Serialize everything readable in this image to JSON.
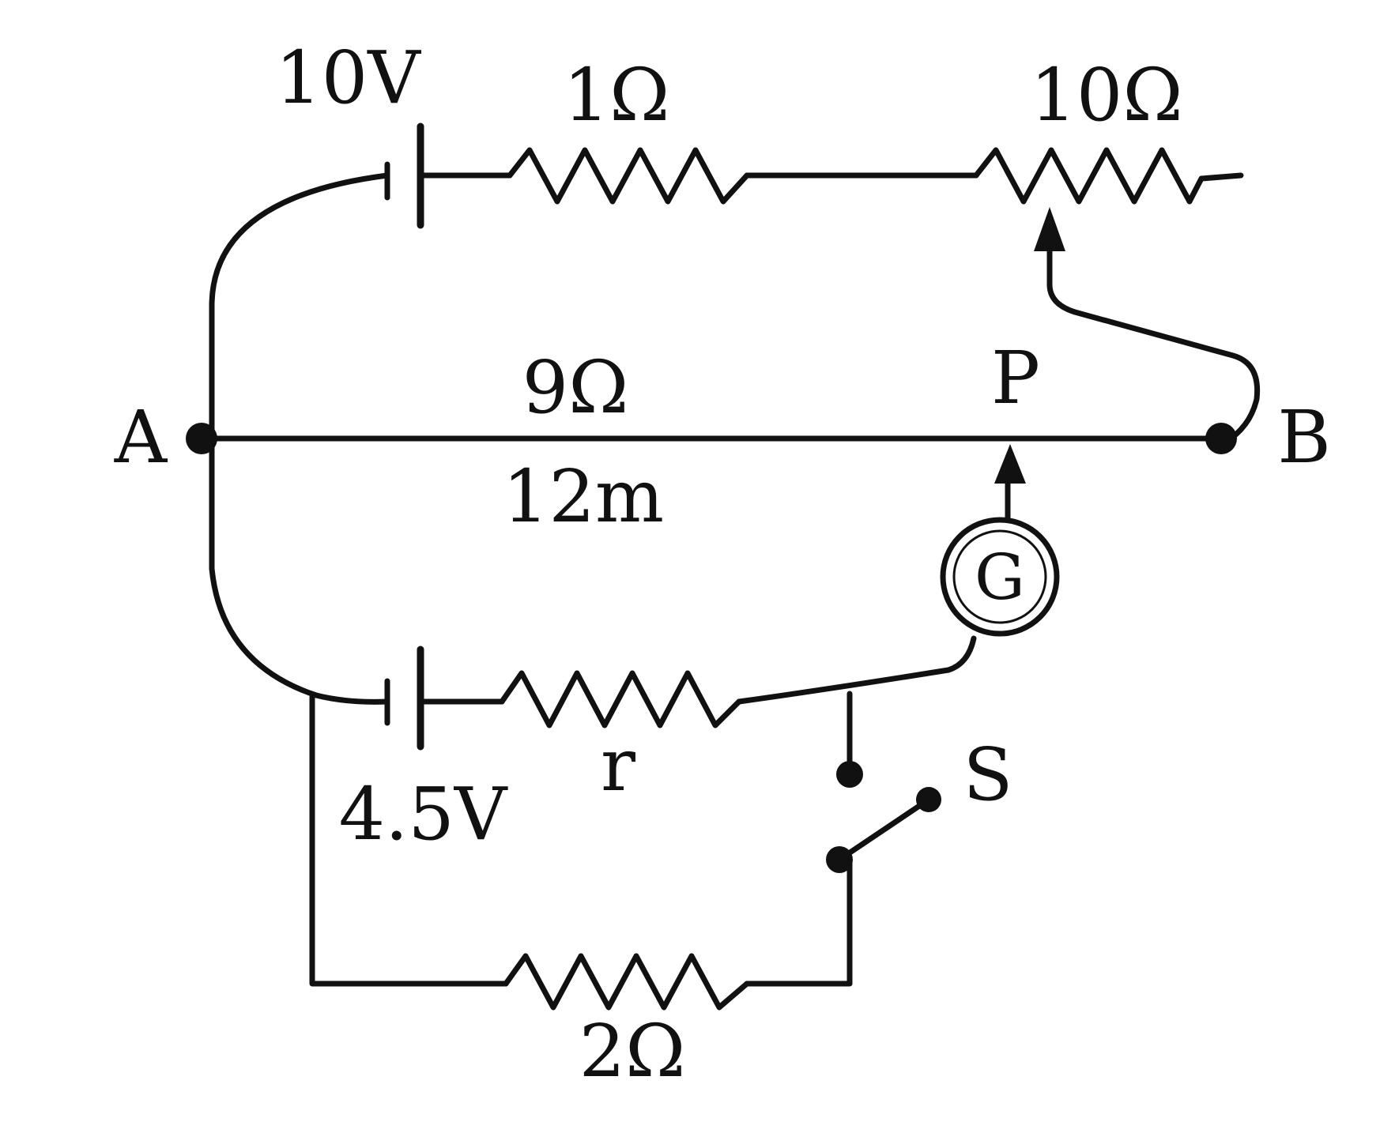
{
  "labels": {
    "emf_main": "10V",
    "r_series": "1Ω",
    "rheostat": "10Ω",
    "wire_resistance": "9Ω",
    "jockey": "P",
    "node_a": "A",
    "node_b": "B",
    "wire_length": "12m",
    "galvanometer": "G",
    "emf_secondary": "4.5V",
    "internal_resistance": "r",
    "switch": "S",
    "shunt": "2Ω"
  },
  "colors": {
    "ink": "#111111",
    "background": "#ffffff"
  }
}
